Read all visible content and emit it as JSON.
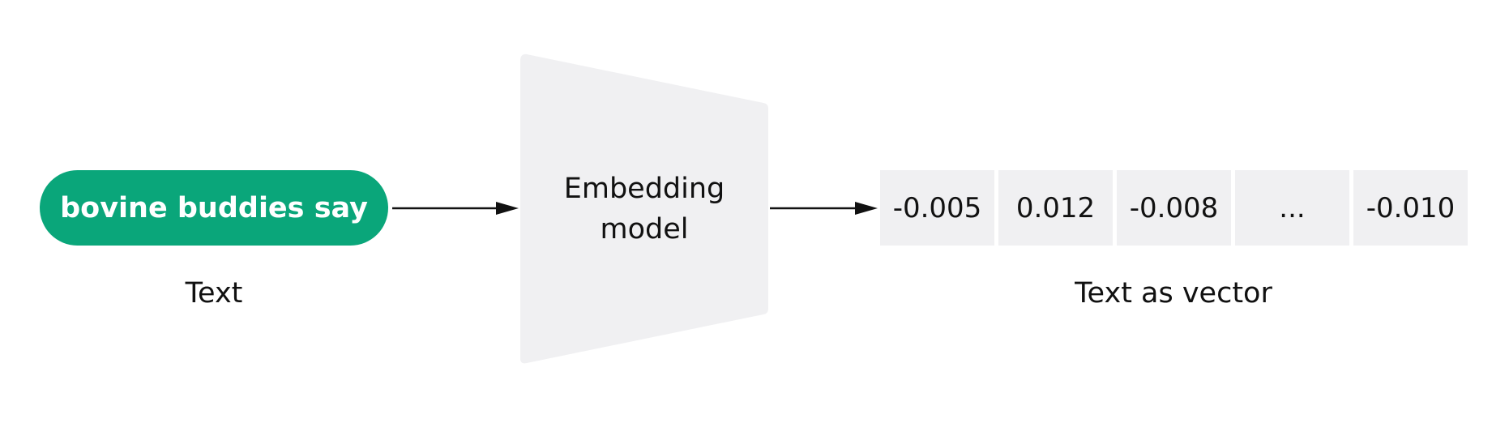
{
  "input": {
    "text": "bovine buddies say",
    "color": "#0aa67a"
  },
  "captions": {
    "text": "Text",
    "vector": "Text as vector"
  },
  "model": {
    "line1": "Embedding",
    "line2": "model",
    "fill": "#f0f0f2"
  },
  "vector": {
    "cells": [
      "-0.005",
      "0.012",
      "-0.008",
      "...",
      "-0.010"
    ]
  }
}
